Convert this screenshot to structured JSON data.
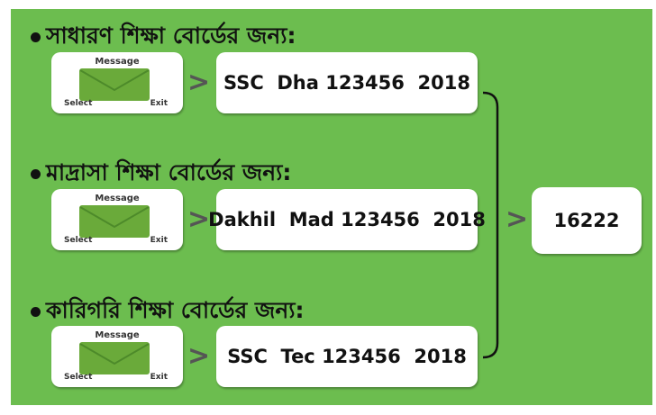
{
  "rows": [
    {
      "heading": "সাধারণ শিক্ষা বোর্ডের জন্য:",
      "code": "SSC  Dha 123456  2018"
    },
    {
      "heading": "মাদ্রাসা শিক্ষা বোর্ডের জন্য:",
      "code": "Dakhil  Mad 123456  2018"
    },
    {
      "heading": "কারিগরি শিক্ষা বোর্ডের জন্য:",
      "code": "SSC  Tec 123456  2018"
    }
  ],
  "phone": {
    "title": "Message",
    "left_key": "Select",
    "right_key": "Exit"
  },
  "arrow": ">",
  "result": "16222",
  "colors": {
    "background": "#6cbd4f",
    "envelope": "#6aaa3a"
  }
}
